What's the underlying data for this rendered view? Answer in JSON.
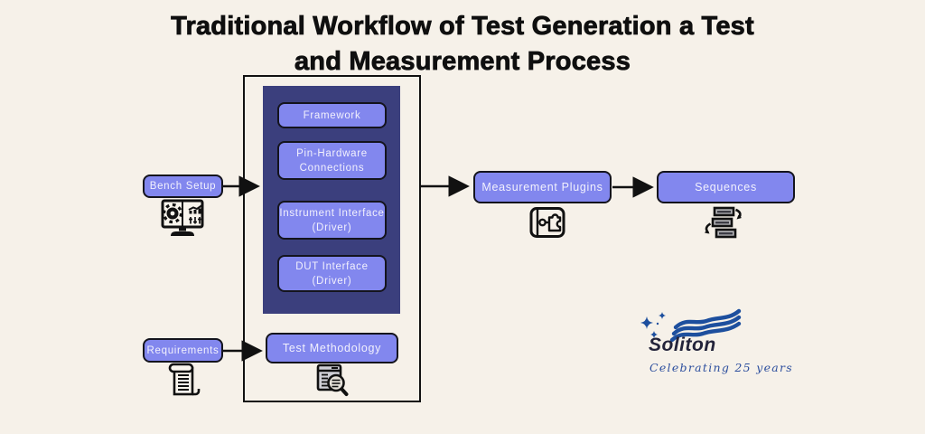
{
  "title": {
    "line1": "Traditional Workflow of Test Generation a Test",
    "line2": "and Measurement Process"
  },
  "nodes": {
    "bench_setup": {
      "label": "Bench Setup"
    },
    "requirements": {
      "label": "Requirements"
    },
    "framework": {
      "label": "Framework"
    },
    "pin_hardware": {
      "line1": "Pin-Hardware",
      "line2": "Connections"
    },
    "instrument_interface": {
      "line1": "Instrument Interface",
      "line2": "(Driver)"
    },
    "dut_interface": {
      "line1": "DUT Interface",
      "line2": "(Driver)"
    },
    "test_methodology": {
      "label": "Test Methodology"
    },
    "measurement_plugins": {
      "label": "Measurement Plugins"
    },
    "sequences": {
      "label": "Sequences"
    }
  },
  "edges": [
    {
      "from": "bench_setup",
      "to": "framework-stack"
    },
    {
      "from": "requirements",
      "to": "test_methodology"
    },
    {
      "from": "workflow-container",
      "to": "measurement_plugins"
    },
    {
      "from": "measurement_plugins",
      "to": "sequences"
    }
  ],
  "icons": {
    "bench_setup": "monitor-gear-chart-icon",
    "requirements": "scroll-document-icon",
    "test_methodology": "document-magnifier-icon",
    "measurement_plugins": "plugin-puzzle-icon",
    "sequences": "sequence-loop-icon",
    "logo": "soliton-waves-sparkles"
  },
  "logo": {
    "brand": "Soliton",
    "tagline": "Celebrating 25 years"
  },
  "colors": {
    "background": "#f6f1e9",
    "node_fill": "#8287ee",
    "node_text": "#f2f1fd",
    "container_fill": "#3b3f7d",
    "outline": "#111111",
    "title_text": "#0f0f0f",
    "logo_blue": "#1d4f9e",
    "logo_brand_text": "#23233a"
  }
}
